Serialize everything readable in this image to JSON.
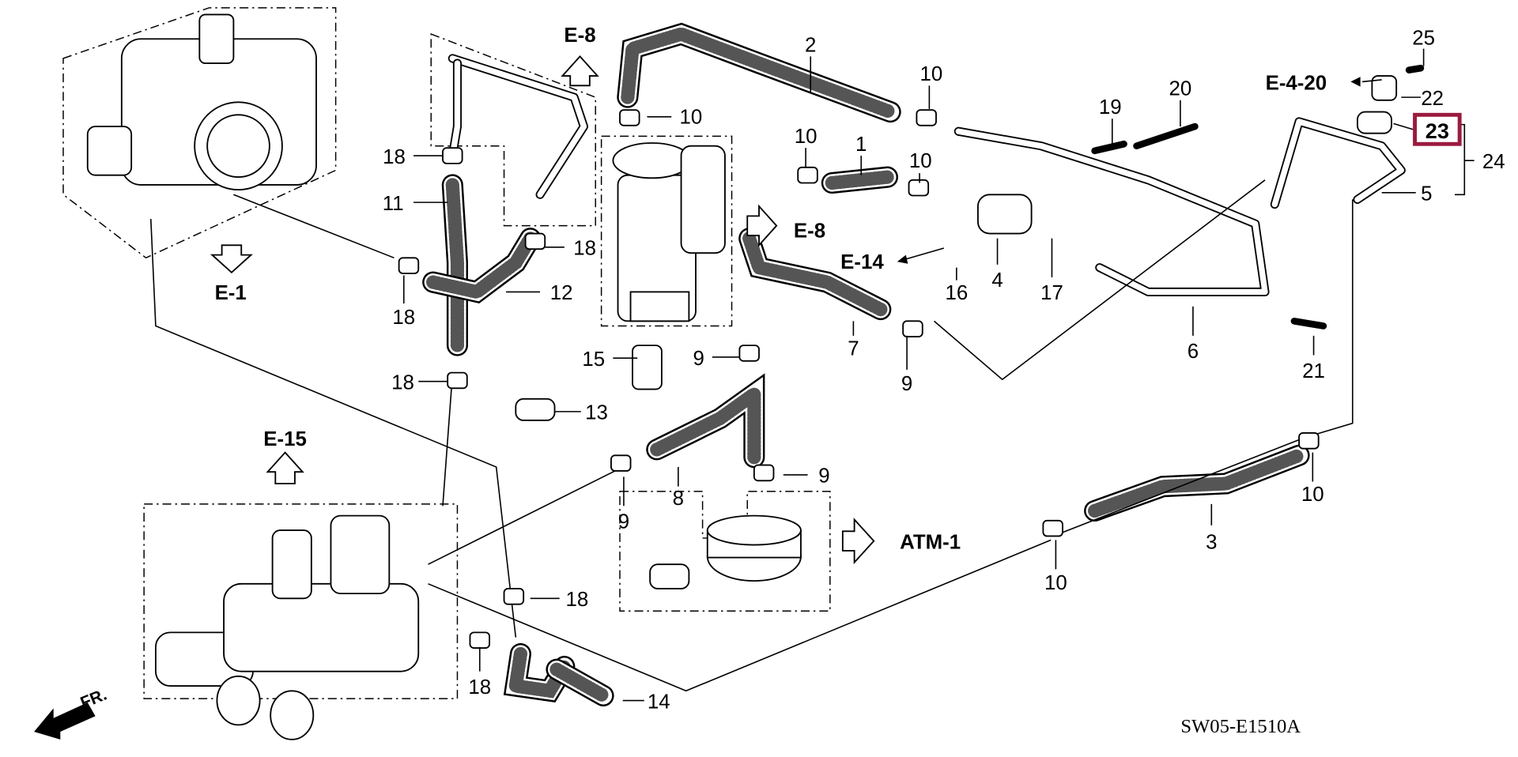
{
  "diagram": {
    "highlight_color": "#9b1b3f",
    "callouts": [
      "25",
      "22",
      "23",
      "24",
      "5",
      "19",
      "20",
      "10",
      "10",
      "1",
      "10",
      "10",
      "2",
      "18",
      "11",
      "18",
      "12",
      "18",
      "18",
      "18",
      "18",
      "15",
      "9",
      "7",
      "9",
      "13",
      "9",
      "9",
      "8",
      "3",
      "10",
      "10",
      "14",
      "16",
      "4",
      "17",
      "6",
      "21"
    ],
    "references": {
      "e4_20": "E-4-20",
      "e8_top": "E-8",
      "e8_right": "E-8",
      "e14": "E-14",
      "e1": "E-1",
      "e15": "E-15",
      "atm1": "ATM-1"
    },
    "front_label": "FR.",
    "diagram_code": "SW05-E1510A"
  }
}
